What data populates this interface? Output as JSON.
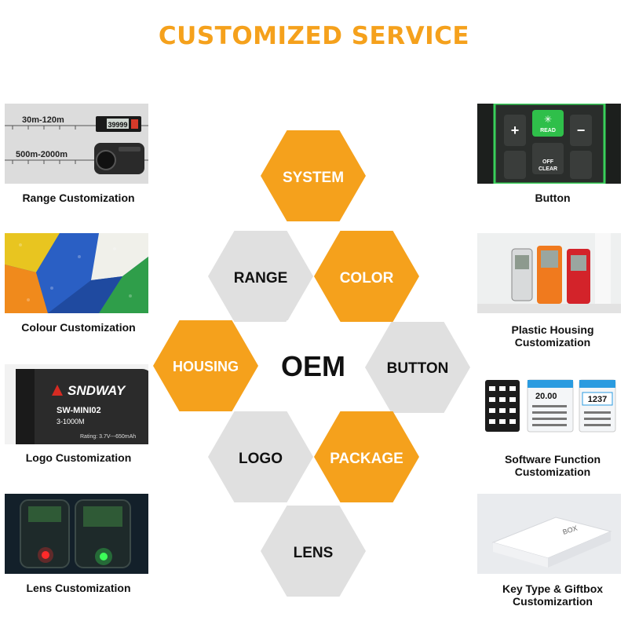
{
  "title": "CUSTOMIZED SERVICE",
  "hexagons": {
    "center": "OEM",
    "system": "SYSTEM",
    "range": "RANGE",
    "color": "COLOR",
    "housing": "HOUSING",
    "button": "BUTTON",
    "logo": "LOGO",
    "package": "PACKAGE",
    "lens": "LENS"
  },
  "colors": {
    "orange": "#f5a11c",
    "gray": "#e0e0e0"
  },
  "left": [
    {
      "caption": "Range Customization",
      "img": {
        "line1": "30m-120m",
        "line2": "500m-2000m",
        "display": "39999"
      }
    },
    {
      "caption": "Colour Customization"
    },
    {
      "caption": "Logo Customization",
      "img": {
        "brand": "SNDWAY",
        "model": "SW-MINI02",
        "range": "3-1000M",
        "rating": "Rating: 3.7V---650mAh"
      }
    },
    {
      "caption": "Lens Customization"
    }
  ],
  "right": [
    {
      "caption": "Button",
      "img": {
        "read": "READ",
        "off": "OFF",
        "clear": "CLEAR"
      }
    },
    {
      "caption1": "Plastic Housing",
      "caption2": "Customization"
    },
    {
      "caption1": "Software Function",
      "caption2": "Customization",
      "img": {
        "value1": "20.00",
        "value2": "1237"
      }
    },
    {
      "caption1": "Key Type & Giftbox",
      "caption2": "Customizartion",
      "img": {
        "box": "BOX"
      }
    }
  ]
}
